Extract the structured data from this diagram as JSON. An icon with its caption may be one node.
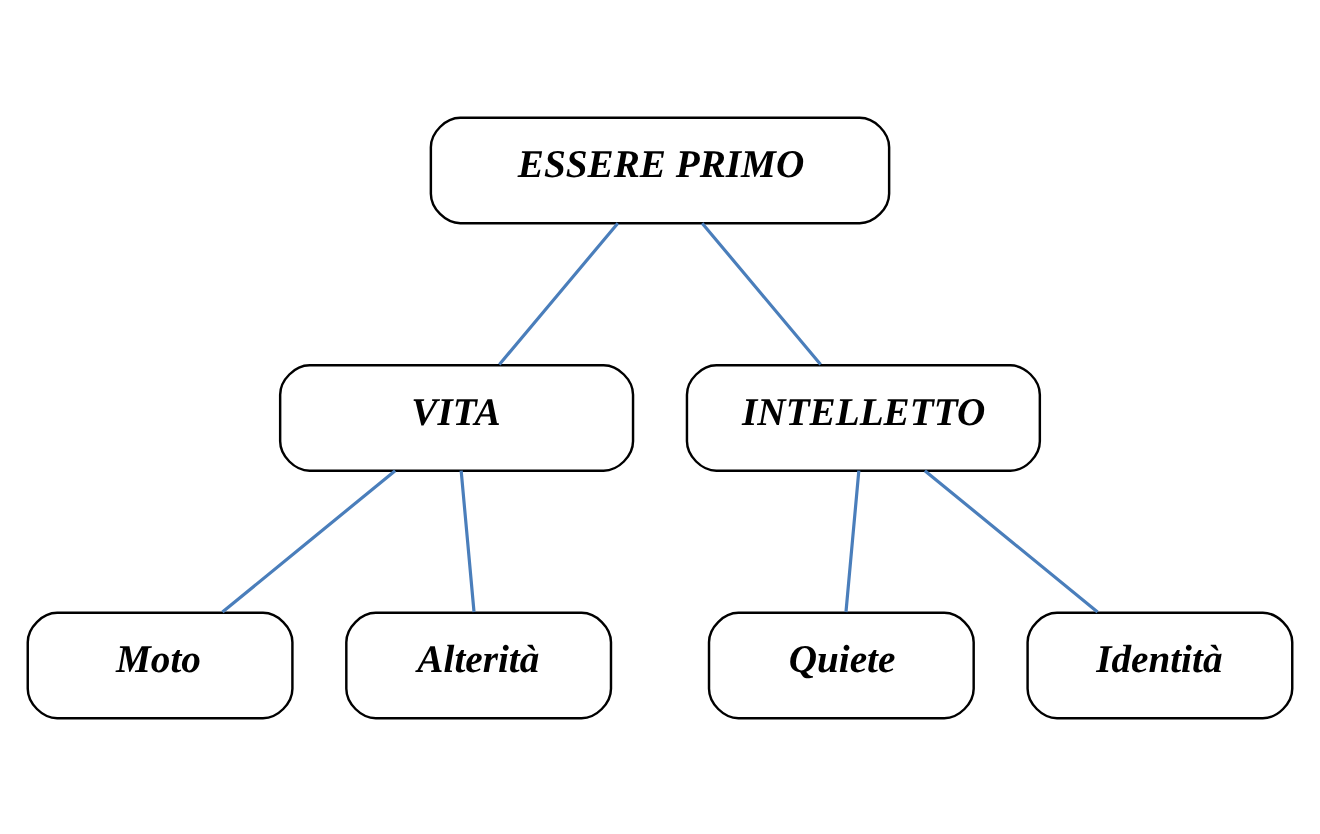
{
  "diagram": {
    "nodes": [
      {
        "text": [
          "ESSERE PRIMO"
        ]
      },
      {
        "text": [
          "VITA"
        ]
      },
      {
        "text": [
          "INTELLETTO"
        ]
      },
      {
        "text": [
          "Moto"
        ]
      },
      {
        "text": [
          "Alterità"
        ]
      },
      {
        "text": [
          "Quiete"
        ]
      },
      {
        "text": [
          "Identità"
        ]
      }
    ],
    "edges": [
      {
        "from": 0,
        "to": 1,
        "arrow": "none"
      },
      {
        "from": 0,
        "to": 2,
        "arrow": "none"
      },
      {
        "from": 1,
        "to": 3,
        "arrow": "none"
      },
      {
        "from": 1,
        "to": 4,
        "arrow": "none"
      },
      {
        "from": 2,
        "to": 5,
        "arrow": "none"
      },
      {
        "from": 2,
        "to": 6,
        "arrow": "none"
      }
    ]
  }
}
